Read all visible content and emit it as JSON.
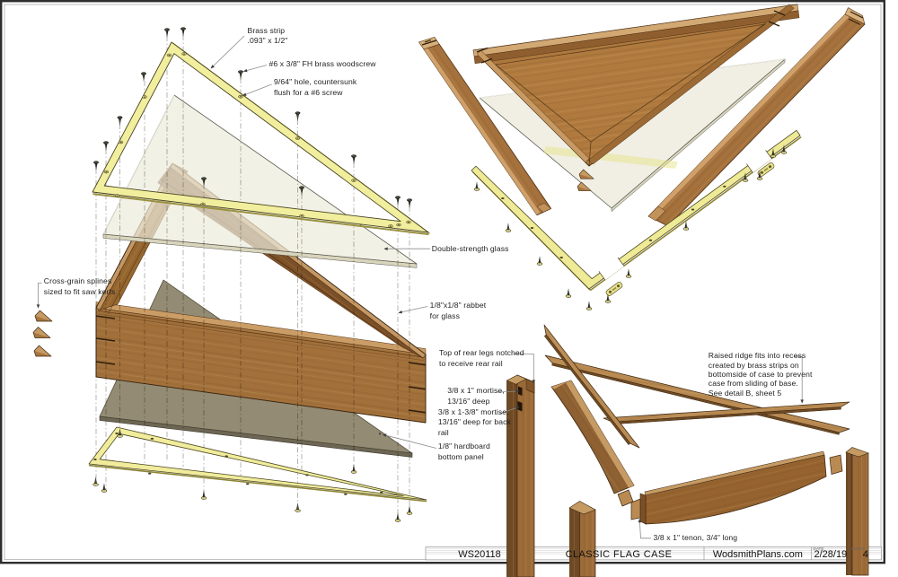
{
  "sheet": {
    "part_number": "WS20118",
    "title": "CLASSIC FLAG CASE",
    "publisher": "WodsmithPlans.com",
    "date_label": "DATE",
    "date": "2/28/19",
    "sheet_label": "SHEET",
    "sheet_number": "4"
  },
  "annotations": {
    "brass_strip": "Brass strip\n.093\" x 1/2\"",
    "woodscrew": "#6 x 3/8\" FH brass woodscrew",
    "pilot_hole": "9/64\" hole, countersunk\nflush for a #6 screw",
    "glass": "Double-strength glass",
    "rabbet": "1/8\"x1/8\" rabbet\nfor glass",
    "rear_legs": "Top of rear legs notched\nto receive rear rail",
    "mortise_side": "3/8 x 1\" mortise,\n13/16\" deep",
    "mortise_back": "3/8 x 1-3/8\" mortise,\n13/16\" deep for back\nrail",
    "bottom_panel": "1/8\" hardboard\nbottom panel",
    "splines": "Cross-grain splines\nsized to fit saw kerfs",
    "raised_ridge": "Raised ridge fits into recess\ncreated by brass strips on\nbottomside of case to prevent\ncase from sliding of base.\nSee detail B, sheet 5",
    "tenon": "3/8 x 1\" tenon, 3/4\" long"
  },
  "colors": {
    "brass": "#f1ee9e",
    "wood": "#a9763f",
    "wood_dark": "#6f4a24",
    "glass": "#edebdc",
    "hardboard": "#948b74",
    "paper": "#ffffff",
    "border": "#2e2e2e",
    "label_text": "#1f1f1f"
  }
}
